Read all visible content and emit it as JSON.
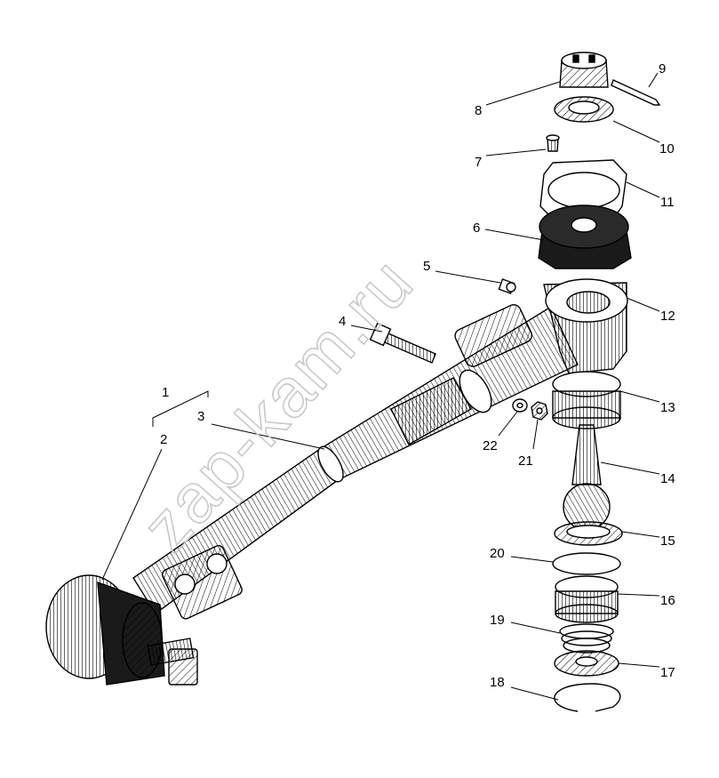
{
  "watermark": "zap-kam.ru",
  "labels": {
    "l1": "1",
    "l2": "2",
    "l3": "3",
    "l4": "4",
    "l5": "5",
    "l6": "6",
    "l7": "7",
    "l8": "8",
    "l9": "9",
    "l10": "10",
    "l11": "11",
    "l12": "12",
    "l13": "13",
    "l14": "14",
    "l15": "15",
    "l16": "16",
    "l17": "17",
    "l18": "18",
    "l19": "19",
    "l20": "20",
    "l21": "21",
    "l22": "22"
  },
  "colors": {
    "ink": "#000000",
    "paper": "#ffffff",
    "watermark": "#c9c9c9",
    "shade": "#1a1a1a"
  }
}
